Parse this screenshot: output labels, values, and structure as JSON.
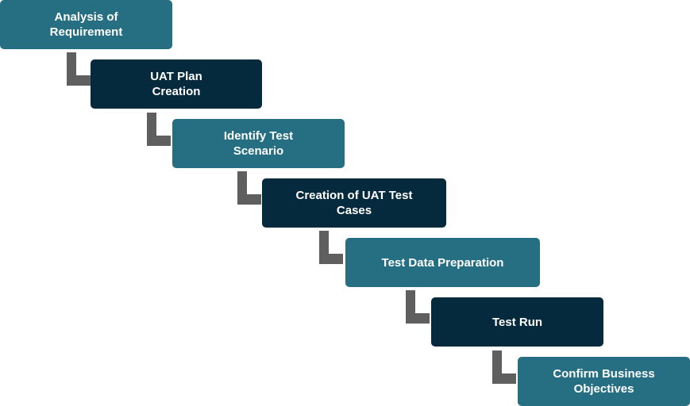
{
  "diagram": {
    "steps": [
      {
        "label": "Analysis of Requirement",
        "color": "#266f82"
      },
      {
        "label": "UAT Plan Creation",
        "color": "#062a3d"
      },
      {
        "label": "Identify Test Scenario",
        "color": "#266f82"
      },
      {
        "label": "Creation of UAT Test Cases",
        "color": "#062a3d"
      },
      {
        "label": "Test Data Preparation",
        "color": "#266f82"
      },
      {
        "label": "Test Run",
        "color": "#062a3d"
      },
      {
        "label": "Confirm Business Objectives",
        "color": "#266f82"
      }
    ],
    "connector_color": "#5f5f5f"
  }
}
